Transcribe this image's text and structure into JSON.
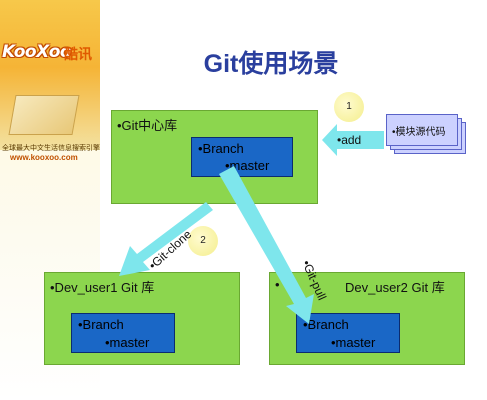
{
  "sidebar": {
    "logo": "KooXoo",
    "logo_cn": "酷讯",
    "tagline": "全球最大中文生活信息搜索引擎",
    "url": "www.kooxoo.com"
  },
  "slide": {
    "title": "Git使用场景"
  },
  "repos": {
    "central": {
      "label": "•Git中心库",
      "branch": "•Branch",
      "master": "•master"
    },
    "dev1": {
      "label": "•Dev_user1 Git 库",
      "branch": "•Branch",
      "master": "•master"
    },
    "dev2": {
      "bullet": "•",
      "label": "Dev_user2 Git 库",
      "branch": "•Branch",
      "master": "•master"
    }
  },
  "source": {
    "label": "•模块源代码"
  },
  "steps": {
    "add": {
      "number": "1",
      "label": "•add"
    },
    "clone": {
      "number": "2",
      "label": "•Git-clone"
    },
    "pull": {
      "label": "•Git-pull"
    }
  },
  "colors": {
    "title": "#2a3f9e",
    "repo_fill": "#8cd64e",
    "branch_fill": "#1a67c6",
    "arrow_fill": "#7ee6ec",
    "source_fill": "#ccd1ff",
    "step_circle": "#f4ee8c"
  }
}
